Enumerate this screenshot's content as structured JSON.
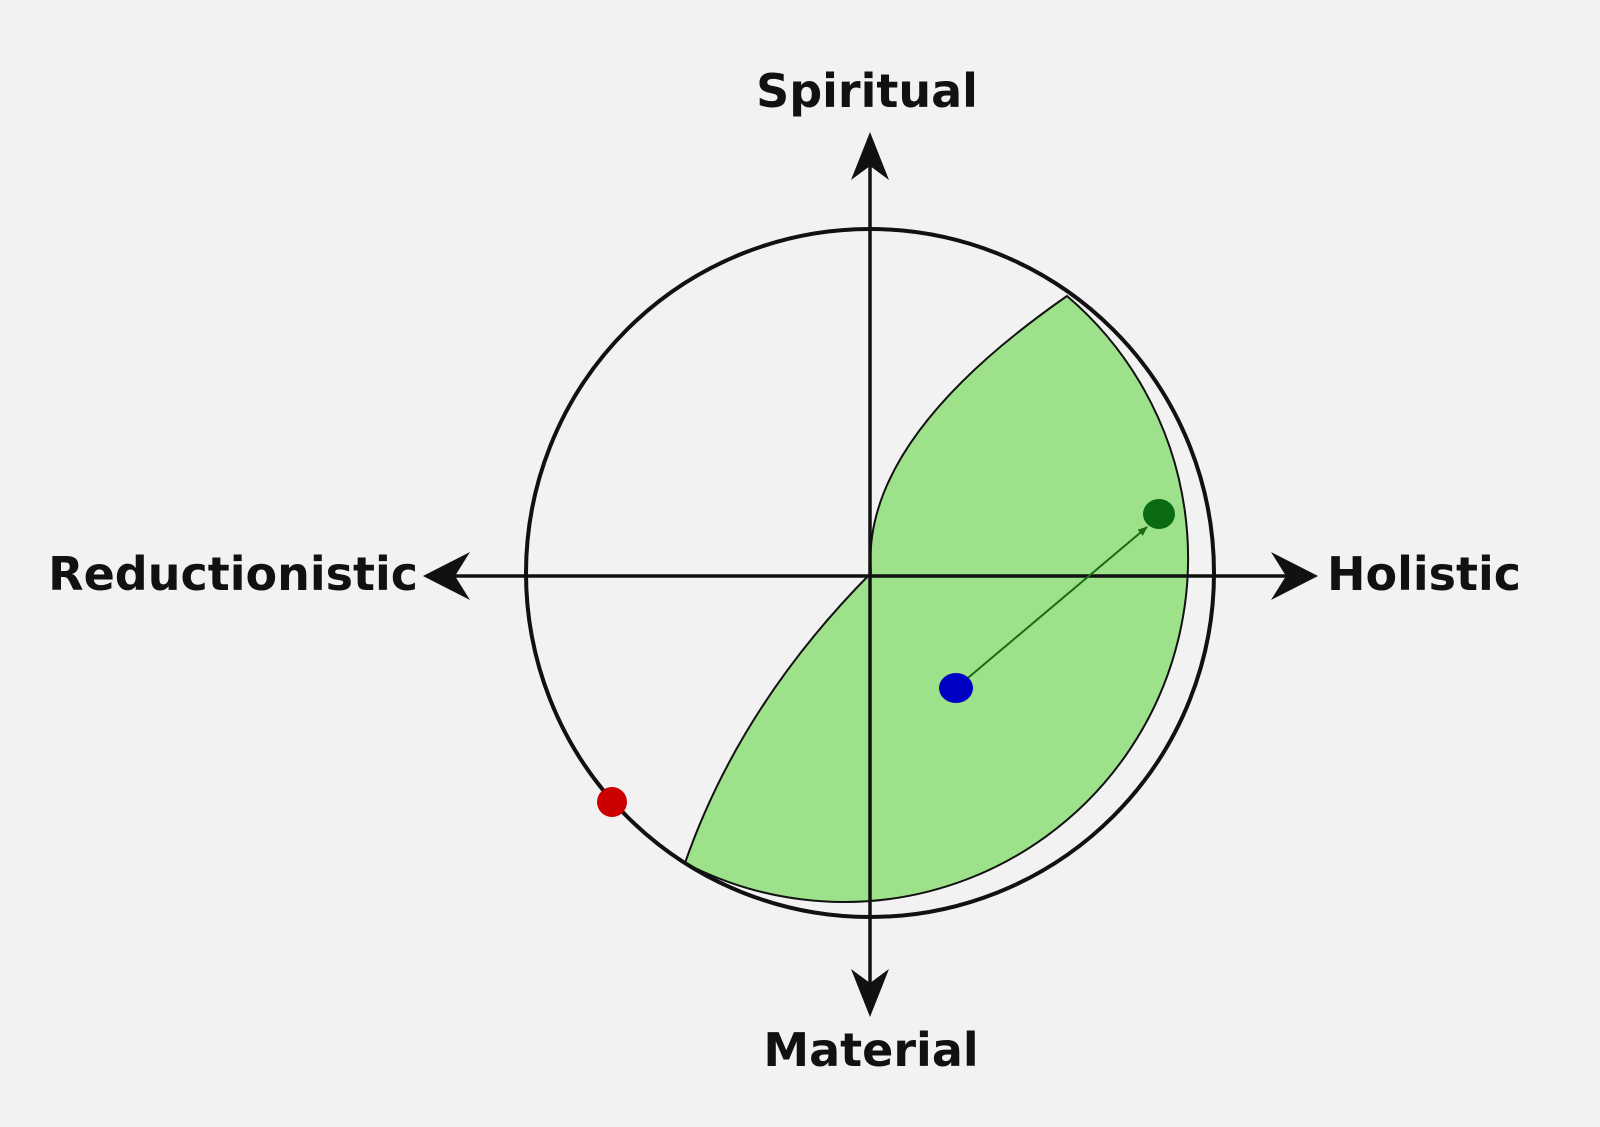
{
  "axes": {
    "top": "Spiritual",
    "bottom": "Material",
    "left": "Reductionistic",
    "right": "Holistic"
  },
  "colors": {
    "background": "#f3f2f2",
    "circle_fill": "#f3f2f2",
    "stroke": "#111111",
    "region_fill": "#9de28b",
    "red_dot": "#cc0000",
    "blue_dot": "#0000c4",
    "green_dot": "#0b6b12",
    "arrow_line": "#1a6a16"
  }
}
